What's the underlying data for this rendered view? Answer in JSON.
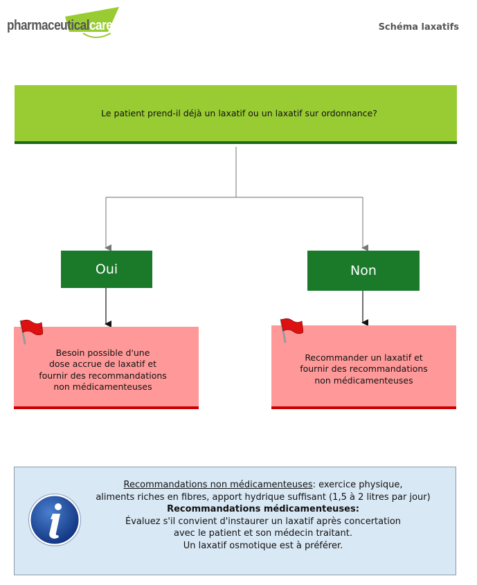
{
  "header": {
    "logo_text_main": "pharmaceutical",
    "logo_text_accent": "care.be",
    "title": "Schéma laxatifs"
  },
  "flowchart": {
    "question": "Le patient prend-il déjà un laxatif ou un laxatif sur ordonnance?",
    "yes_label": "Oui",
    "no_label": "Non",
    "yes_advice": [
      "Besoin possible d'une",
      "dose accrue de laxatif et",
      "fournir des recommandations",
      "non médicamenteuses"
    ],
    "no_advice": [
      "Recommander un laxatif et",
      "fournir des recommandations",
      "non médicamenteuses"
    ]
  },
  "info": {
    "nonmed_heading": "Recommandations non médicamenteuses",
    "nonmed_line1_rest": ": exercice physique,",
    "nonmed_line2": "aliments riches en fibres, apport hydrique suffisant (1,5 à 2 litres par jour)",
    "med_heading": "Recommandations médicamenteuses:",
    "med_line1": "Évaluez s'il convient d'instaurer un laxatif après concertation",
    "med_line2": "avec le patient et son médecin traitant.",
    "med_line3": "Un laxatif osmotique est à préférer."
  },
  "colors": {
    "question_fill": "#99cc33",
    "dark_green": "#1a7a2a",
    "advice_fill": "#ff9999",
    "advice_border": "#cc0000",
    "info_fill": "#d9e8f5",
    "flag_red": "#dd1111"
  },
  "icons": [
    "logo-leaf-icon",
    "red-flag-icon",
    "info-icon"
  ]
}
